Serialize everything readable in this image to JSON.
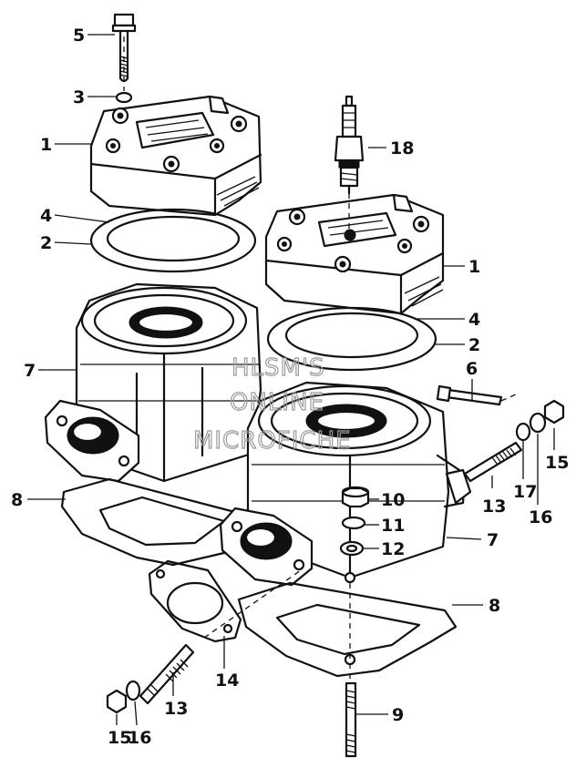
{
  "callouts": {
    "c5": "5",
    "c3": "3",
    "c1_left": "1",
    "c4_left": "4",
    "c2_left": "2",
    "c7_left": "7",
    "c8_left": "8",
    "c18": "18",
    "c1_right": "1",
    "c4_right": "4",
    "c2_right": "2",
    "c6": "6",
    "c15_right": "15",
    "c16_right": "16",
    "c17": "17",
    "c13_right": "13",
    "c10": "10",
    "c11": "11",
    "c12": "12",
    "c7_right": "7",
    "c8_right": "8",
    "c14": "14",
    "c13_left": "13",
    "c9": "9",
    "c16_left": "16",
    "c15_left": "15"
  },
  "watermark": {
    "line1": "HLSM'S",
    "line2": "ONLINE",
    "line3": "MICROFICHE"
  }
}
